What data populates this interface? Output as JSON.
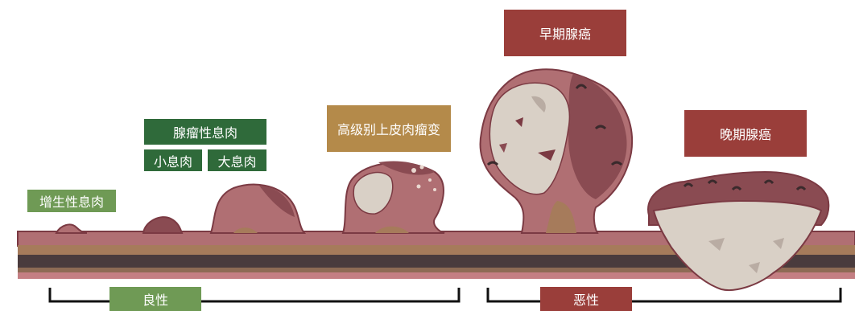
{
  "labels": {
    "hyperplastic": "增生性息肉",
    "adenomatous": "腺瘤性息肉",
    "small": "小息肉",
    "large": "大息肉",
    "high_grade": "高级别上皮肉瘤变",
    "early": "早期腺癌",
    "late": "晚期腺癌",
    "benign": "良性",
    "malignant": "恶性"
  },
  "colors": {
    "tissue": "#b06f73",
    "tissue_outline": "#7b3a43",
    "dark_lesion": "#8a4b52",
    "tumor_core": "#d9d0c6",
    "muscle_layer": "#a67b5b",
    "dark_band": "#4a3b3d",
    "green_label": "#2f6a3a",
    "light_green_label": "#6f9a55",
    "gold_label": "#b48a4a",
    "red_label": "#9a3e3a"
  }
}
